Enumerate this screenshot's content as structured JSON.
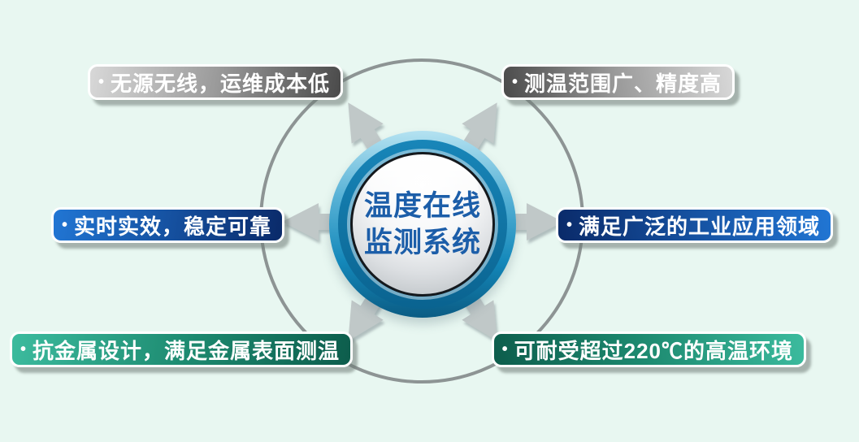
{
  "center": {
    "title_line1": "温度在线",
    "title_line2": "监测系统",
    "text_color": "#1c5ea9"
  },
  "items": [
    {
      "position": "top-left",
      "bullet": "•",
      "label": "无源无线，运维成本低",
      "theme": "gray"
    },
    {
      "position": "top-right",
      "bullet": "•",
      "label": "测温范围广、精度高",
      "theme": "gray"
    },
    {
      "position": "middle-left",
      "bullet": "•",
      "label": "实时实效，稳定可靠",
      "theme": "blue"
    },
    {
      "position": "middle-right",
      "bullet": "•",
      "label": "满足广泛的工业应用领域",
      "theme": "blue"
    },
    {
      "position": "bottom-left",
      "bullet": "•",
      "label": "抗金属设计，满足金属表面测温",
      "theme": "teal"
    },
    {
      "position": "bottom-right",
      "bullet": "•",
      "label": "可耐受超过220℃的高温环境",
      "theme": "teal"
    }
  ],
  "colors": {
    "background": "#e8f7f1",
    "ring": "#8d9494",
    "arrow": "#c0c8c8",
    "gray_light": "#d8d8d8",
    "gray_dark": "#4a4a4a",
    "blue_light": "#2176d4",
    "blue_dark": "#0a2a69",
    "teal_light": "#3cbb9e",
    "teal_dark": "#0d5d4c",
    "sphere_ring_light": "#b4e2f1",
    "sphere_ring_dark": "#0b5c84"
  }
}
